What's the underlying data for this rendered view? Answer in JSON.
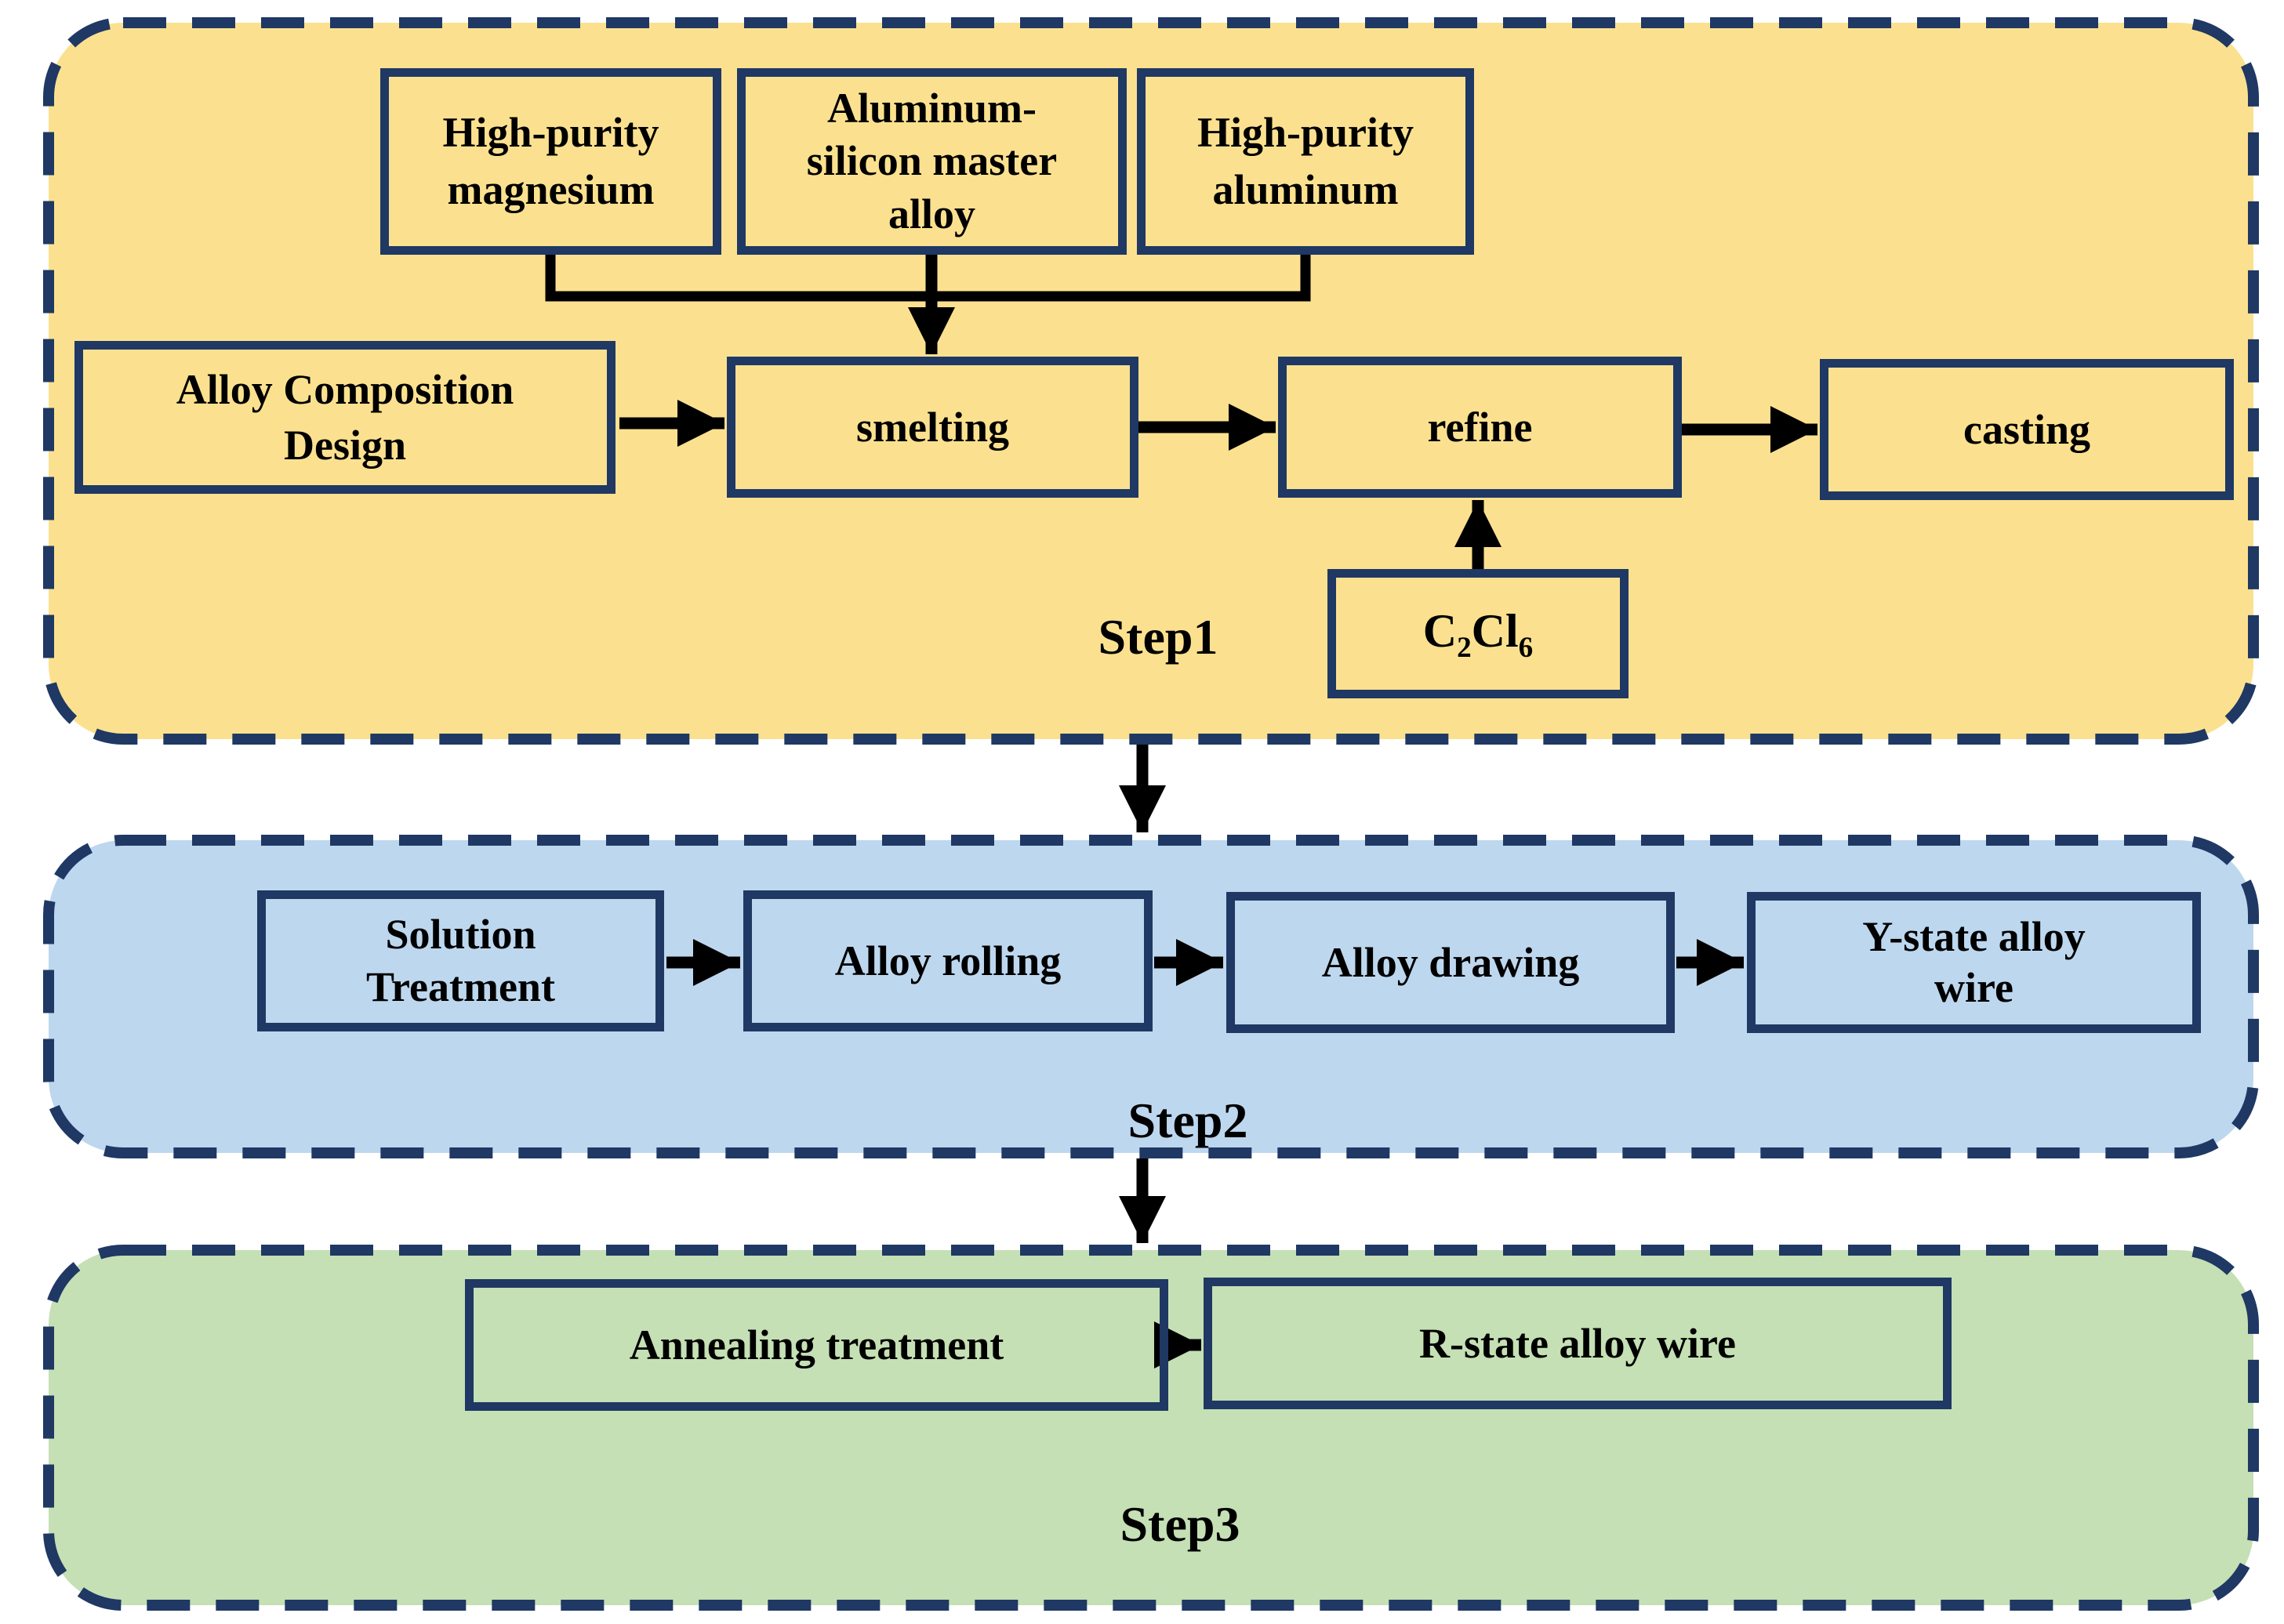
{
  "colors": {
    "section_border": "#1f3864",
    "box_border": "#1f3864",
    "arrow": "#000000",
    "text": "#000000",
    "step1_fill": "#fbe18f",
    "step2_fill": "#bdd7ee",
    "step3_fill": "#c5e0b4",
    "background": "#ffffff"
  },
  "step1": {
    "label": "Step1",
    "boxes": {
      "high_purity_magnesium": "High-purity\nmagnesium",
      "aluminum_silicon_master_alloy": "Aluminum-\nsilicon master\nalloy",
      "high_purity_aluminum": "High-purity\naluminum",
      "alloy_composition_design": "Alloy Composition\nDesign",
      "smelting": "smelting",
      "refine": "refine",
      "casting": "casting",
      "c2cl6": {
        "base1": "C",
        "sub1": "2",
        "base2": "Cl",
        "sub2": "6"
      }
    }
  },
  "step2": {
    "label": "Step2",
    "boxes": {
      "solution_treatment": "Solution\nTreatment",
      "alloy_rolling": "Alloy rolling",
      "alloy_drawing": "Alloy drawing",
      "y_state_alloy_wire": "Y-state alloy\nwire"
    }
  },
  "step3": {
    "label": "Step3",
    "boxes": {
      "annealing_treatment": "Annealing treatment",
      "r_state_alloy_wire": "R-state alloy wire"
    }
  }
}
